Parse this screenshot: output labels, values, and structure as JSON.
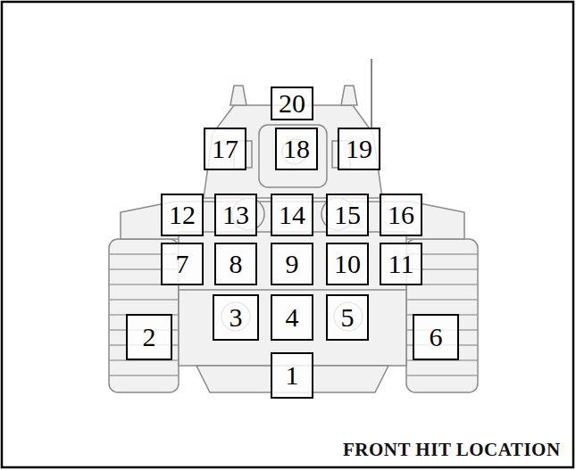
{
  "diagram": {
    "caption": "FRONT HIT LOCATION",
    "nodes": [
      {
        "text": [
          "20"
        ]
      },
      {
        "text": [
          "17"
        ]
      },
      {
        "text": [
          "18"
        ]
      },
      {
        "text": [
          "19"
        ]
      },
      {
        "text": [
          "12"
        ]
      },
      {
        "text": [
          "13"
        ]
      },
      {
        "text": [
          "14"
        ]
      },
      {
        "text": [
          "15"
        ]
      },
      {
        "text": [
          "16"
        ]
      },
      {
        "text": [
          "7"
        ]
      },
      {
        "text": [
          "8"
        ]
      },
      {
        "text": [
          "9"
        ]
      },
      {
        "text": [
          "10"
        ]
      },
      {
        "text": [
          "11"
        ]
      },
      {
        "text": [
          "2"
        ]
      },
      {
        "text": [
          "3"
        ]
      },
      {
        "text": [
          "4"
        ]
      },
      {
        "text": [
          "5"
        ]
      },
      {
        "text": [
          "6"
        ]
      },
      {
        "text": [
          "1"
        ]
      }
    ]
  }
}
